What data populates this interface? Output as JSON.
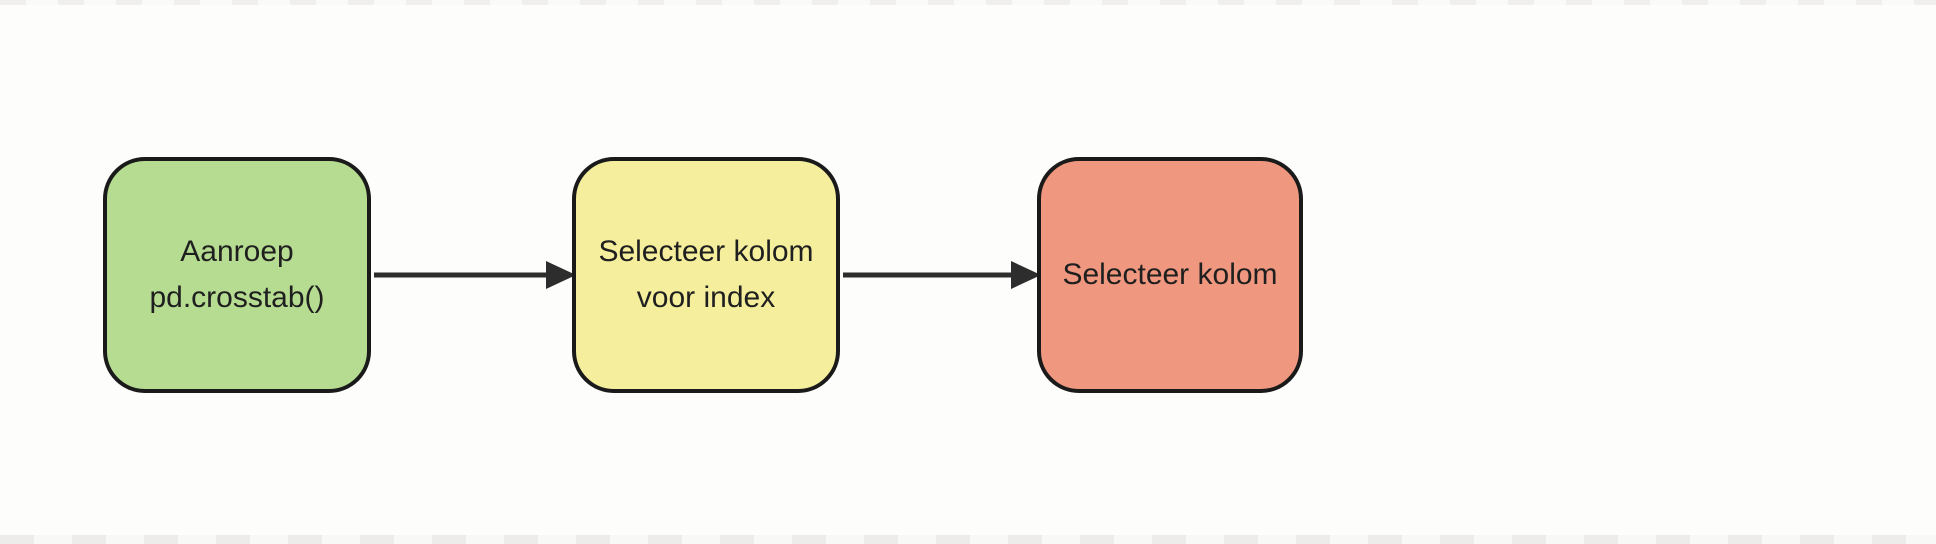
{
  "diagram": {
    "background": "#fdfdfc",
    "node_stroke": "#1a1a1a",
    "text_color": "#1f1f1f",
    "arrow_color": "#2d2d2d",
    "nodes": [
      {
        "id": "call-pd-crosstab",
        "fill": "#b6dc92",
        "label": "Aanroep pd.crosstab()",
        "label_lines": [
          "Aanroep",
          "pd.crosstab()"
        ]
      },
      {
        "id": "select-column-for-index",
        "fill": "#f5ef9d",
        "label": "Selecteer kolom voor index",
        "label_lines": [
          "Selecteer kolom",
          "voor index"
        ]
      },
      {
        "id": "select-column",
        "fill": "#f0977f",
        "label": "Selecteer kolom",
        "label_lines": [
          "Selecteer kolom"
        ]
      }
    ],
    "edges": [
      {
        "from": "call-pd-crosstab",
        "to": "select-column-for-index"
      },
      {
        "from": "select-column-for-index",
        "to": "select-column"
      }
    ]
  }
}
